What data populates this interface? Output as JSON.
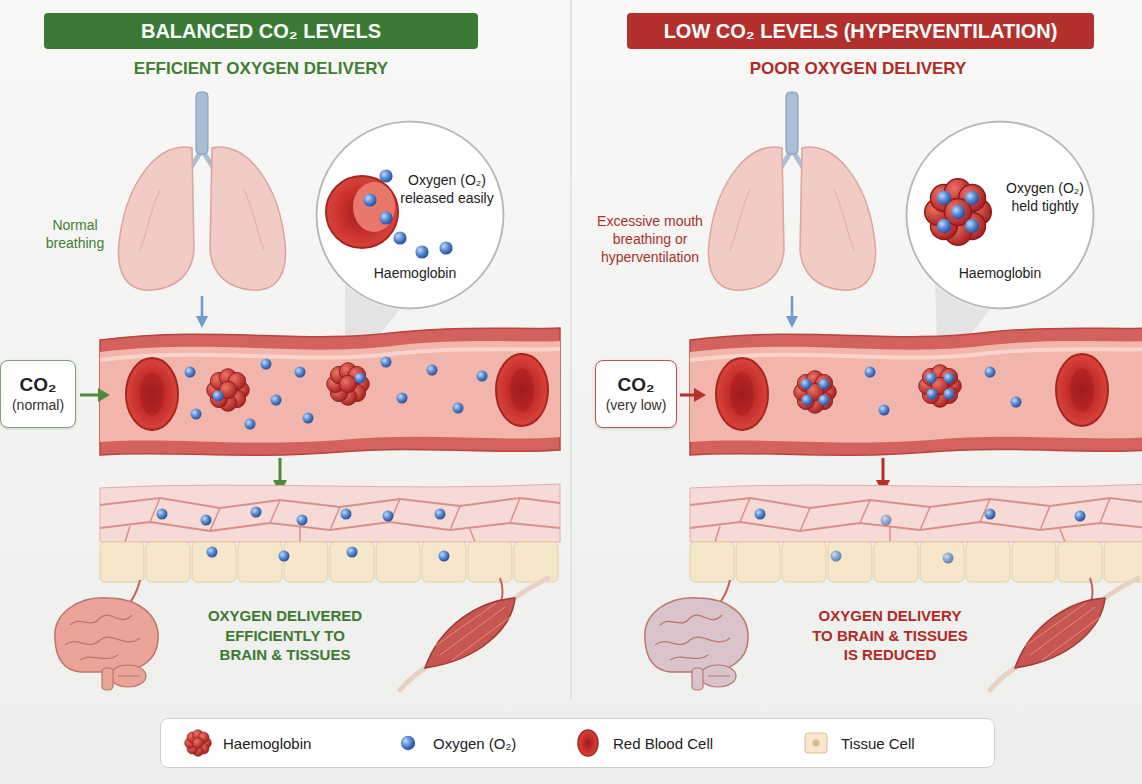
{
  "diagram": {
    "nodes": [
      {
        "text": [
          "BALANCED CO₂ LEVELS"
        ]
      },
      {
        "text": [
          "LOW CO₂ LEVELS (HYPERVENTILATION)"
        ]
      },
      {
        "text": [
          "Oxygen (O₂) released easily",
          "Haemoglobin"
        ]
      },
      {
        "text": [
          "Oxygen (O₂) held tightly",
          "Haemoglobin"
        ]
      },
      {
        "text": [
          "CO₂",
          "(normal)"
        ]
      },
      {
        "text": [
          "CO₂",
          "(very low)"
        ]
      }
    ],
    "labels": [
      "EFFICIENT OXYGEN DELIVERY",
      "POOR OXYGEN DELIVERY",
      "Normal breathing",
      "Excessive mouth breathing or hyperventilation",
      "OXYGEN DELIVERED EFFICIENTLY TO BRAIN & TISSUES",
      "OXYGEN DELIVERY TO BRAIN & TISSUES IS REDUCED"
    ],
    "legend": [
      {
        "text": "Haemoglobin"
      },
      {
        "text": "Oxygen (O₂)"
      },
      {
        "text": "Red Blood Cell"
      },
      {
        "text": "Tissue Cell"
      }
    ]
  }
}
